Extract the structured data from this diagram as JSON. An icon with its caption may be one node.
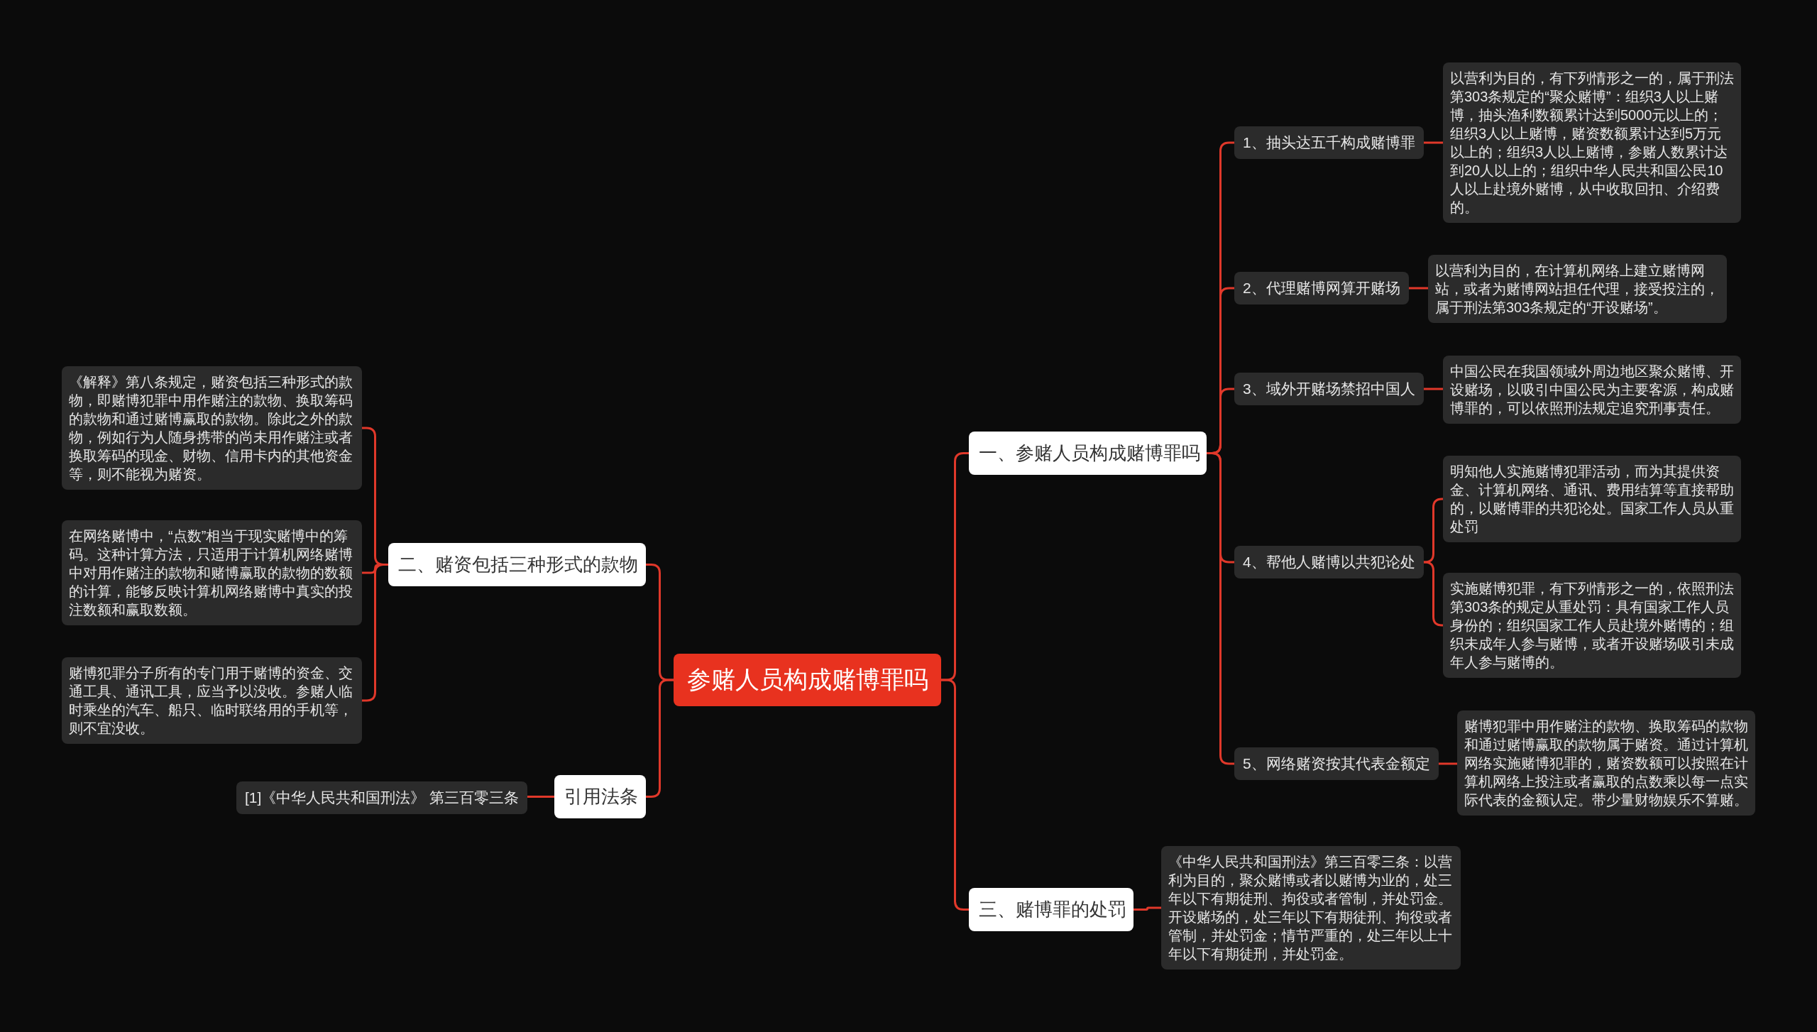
{
  "diagram": {
    "nodes": [
      {
        "text": [
          "参赌人员构成赌博罪吗"
        ]
      },
      {
        "text": [
          "一、参赌人员构成赌博罪吗"
        ]
      },
      {
        "text": [
          "1、抽头达五千构成赌博罪"
        ]
      },
      {
        "text": [
          "以营利为目的，有下列情形之一的，属于刑法第303条规定的“聚众赌博”：组织3人以上赌博，抽头渔利数额累计达到5000元以上的；组织3人以上赌博，赌资数额累计达到5万元以上的；组织3人以上赌博，参赌人数累计达到20人以上的；组织中华人民共和国公民10人以上赴境外赌博，从中收取回扣、介绍费的。"
        ]
      },
      {
        "text": [
          "2、代理赌博网算开赌场"
        ]
      },
      {
        "text": [
          "以营利为目的，在计算机网络上建立赌博网站，或者为赌博网站担任代理，接受投注的，属于刑法第303条规定的“开设赌场”。"
        ]
      },
      {
        "text": [
          "3、域外开赌场禁招中国人"
        ]
      },
      {
        "text": [
          "中国公民在我国领域外周边地区聚众赌博、开设赌场，以吸引中国公民为主要客源，构成赌博罪的，可以依照刑法规定追究刑事责任。"
        ]
      },
      {
        "text": [
          "4、帮他人赌博以共犯论处"
        ]
      },
      {
        "text": [
          "明知他人实施赌博犯罪活动，而为其提供资金、计算机网络、通讯、费用结算等直接帮助的，以赌博罪的共犯论处。国家工作人员从重处罚"
        ]
      },
      {
        "text": [
          "实施赌博犯罪，有下列情形之一的，依照刑法第303条的规定从重处罚：具有国家工作人员身份的；组织国家工作人员赴境外赌博的；组织未成年人参与赌博，或者开设赌场吸引未成年人参与赌博的。"
        ]
      },
      {
        "text": [
          "5、网络赌资按其代表金额定"
        ]
      },
      {
        "text": [
          "赌博犯罪中用作赌注的款物、换取筹码的款物和通过赌博赢取的款物属于赌资。通过计算机网络实施赌博犯罪的，赌资数额可以按照在计算机网络上投注或者赢取的点数乘以每一点实际代表的金额认定。带少量财物娱乐不算赌。"
        ]
      },
      {
        "text": [
          "三、赌博罪的处罚"
        ]
      },
      {
        "text": [
          "《中华人民共和国刑法》第三百零三条：以营利为目的，聚众赌博或者以赌博为业的，处三年以下有期徒刑、拘役或者管制，并处罚金。开设赌场的，处三年以下有期徒刑、拘役或者管制，并处罚金；情节严重的，处三年以上十年以下有期徒刑，并处罚金。"
        ]
      },
      {
        "text": [
          "二、赌资包括三种形式的款物"
        ]
      },
      {
        "text": [
          "《解释》第八条规定，赌资包括三种形式的款物，即赌博犯罪中用作赌注的款物、换取筹码的款物和通过赌博赢取的款物。除此之外的款物，例如行为人随身携带的尚未用作赌注或者换取筹码的现金、财物、信用卡内的其他资金等，则不能视为赌资。"
        ]
      },
      {
        "text": [
          "在网络赌博中，“点数”相当于现实赌博中的筹码。这种计算方法，只适用于计算机网络赌博中对用作赌注的款物和赌博赢取的款物的数额的计算，能够反映计算机网络赌博中真实的投注数额和赢取数额。"
        ]
      },
      {
        "text": [
          "赌博犯罪分子所有的专门用于赌博的资金、交通工具、通讯工具，应当予以没收。参赌人临时乘坐的汽车、船只、临时联络用的手机等，则不宜没收。"
        ]
      },
      {
        "text": [
          "引用法条"
        ]
      },
      {
        "text": [
          "[1]《中华人民共和国刑法》 第三百零三条"
        ]
      }
    ],
    "edges": [
      {
        "from": 0,
        "to": 1,
        "arrow": "none"
      },
      {
        "from": 1,
        "to": 2,
        "arrow": "none"
      },
      {
        "from": 2,
        "to": 3,
        "arrow": "none"
      },
      {
        "from": 1,
        "to": 4,
        "arrow": "none"
      },
      {
        "from": 4,
        "to": 5,
        "arrow": "none"
      },
      {
        "from": 1,
        "to": 6,
        "arrow": "none"
      },
      {
        "from": 6,
        "to": 7,
        "arrow": "none"
      },
      {
        "from": 1,
        "to": 8,
        "arrow": "none"
      },
      {
        "from": 8,
        "to": 9,
        "arrow": "none"
      },
      {
        "from": 8,
        "to": 10,
        "arrow": "none"
      },
      {
        "from": 1,
        "to": 11,
        "arrow": "none"
      },
      {
        "from": 11,
        "to": 12,
        "arrow": "none"
      },
      {
        "from": 0,
        "to": 13,
        "arrow": "none"
      },
      {
        "from": 13,
        "to": 14,
        "arrow": "none"
      },
      {
        "from": 0,
        "to": 15,
        "arrow": "none"
      },
      {
        "from": 15,
        "to": 16,
        "arrow": "none"
      },
      {
        "from": 15,
        "to": 17,
        "arrow": "none"
      },
      {
        "from": 15,
        "to": 18,
        "arrow": "none"
      },
      {
        "from": 0,
        "to": 19,
        "arrow": "none"
      },
      {
        "from": 19,
        "to": 20,
        "arrow": "none"
      }
    ]
  }
}
